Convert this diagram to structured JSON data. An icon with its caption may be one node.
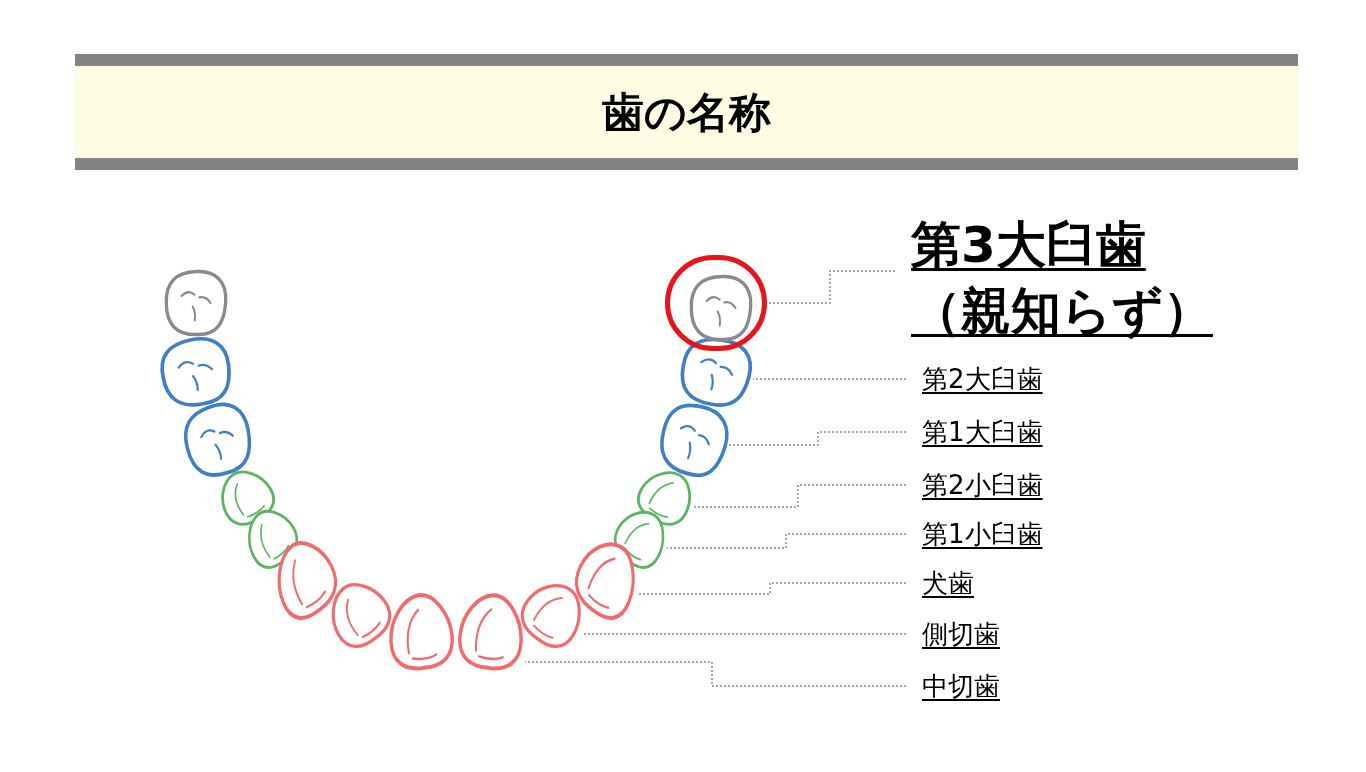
{
  "diagram": {
    "title": "歯の名称",
    "nodes": [
      {
        "text": [
          "第3大臼歯",
          "（親知らず）"
        ]
      },
      {
        "text": [
          "第2大臼歯"
        ]
      },
      {
        "text": [
          "第1大臼歯"
        ]
      },
      {
        "text": [
          "第2小臼歯"
        ]
      },
      {
        "text": [
          "第1小臼歯"
        ]
      },
      {
        "text": [
          "犬歯"
        ]
      },
      {
        "text": [
          "側切歯"
        ]
      },
      {
        "text": [
          "中切歯"
        ]
      },
      {
        "text": [],
        "shape": "circle"
      },
      {
        "text": [],
        "shape": "picture"
      },
      {
        "text": [],
        "shape": "picture"
      },
      {
        "text": [],
        "shape": "picture"
      },
      {
        "text": [],
        "shape": "picture"
      },
      {
        "text": [],
        "shape": "picture"
      },
      {
        "text": [],
        "shape": "picture"
      },
      {
        "text": [],
        "shape": "picture"
      }
    ],
    "edges": [
      {
        "from": 0,
        "to": 8,
        "arrow": "none"
      },
      {
        "from": 1,
        "to": 9,
        "arrow": "none"
      },
      {
        "from": 2,
        "to": 10,
        "arrow": "none"
      },
      {
        "from": 3,
        "to": 11,
        "arrow": "none"
      },
      {
        "from": 4,
        "to": 12,
        "arrow": "none"
      },
      {
        "from": 5,
        "to": 13,
        "arrow": "none"
      },
      {
        "from": 6,
        "to": 14,
        "arrow": "none"
      },
      {
        "from": 7,
        "to": 15,
        "arrow": "none"
      }
    ]
  }
}
